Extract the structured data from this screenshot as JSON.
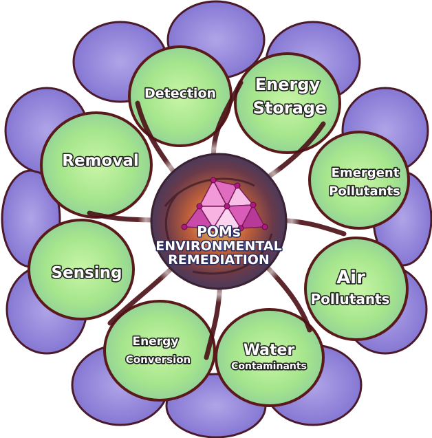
{
  "center": {
    "line1": "POMs",
    "line2": "ENVIRONMENTAL",
    "line3": "REMEDIATION"
  },
  "petals": {
    "detection": "Detection",
    "energy_storage_1": "Energy",
    "energy_storage_2": "Storage",
    "emergent_pollutants_1": "Emergent",
    "emergent_pollutants_2": "Pollutants",
    "air_pollutants_1": "Air",
    "air_pollutants_2": "Pollutants",
    "water_contaminants_1": "Water",
    "water_contaminants_2": "Contaminants",
    "energy_conversion_1": "Energy",
    "energy_conversion_2": "Conversion",
    "sensing": "Sensing",
    "removal": "Removal"
  },
  "colors": {
    "outer_petal": "#8f86d6",
    "inner_petal": "#a9e88a",
    "petal_outline": "#5a1a1a",
    "center_bg": "#7a3a3a",
    "crystal": "#f08ad0"
  }
}
